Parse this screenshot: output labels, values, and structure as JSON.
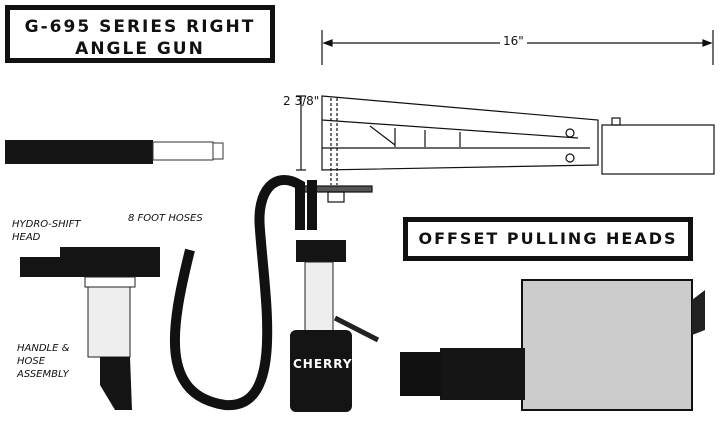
{
  "title": {
    "line1": "G-695 SERIES RIGHT",
    "line2": "ANGLE GUN"
  },
  "diagram": {
    "length_label": "16\"",
    "height_label": "2 3/8\""
  },
  "labels": {
    "hydro_shift_head": "HYDRO-SHIFT HEAD",
    "foot_hoses": "8 FOOT HOSES",
    "handle_hose_assembly": "HANDLE & HOSE ASSEMBLY"
  },
  "brand": "CHERRY",
  "section_heading": "OFFSET PULLING HEADS"
}
